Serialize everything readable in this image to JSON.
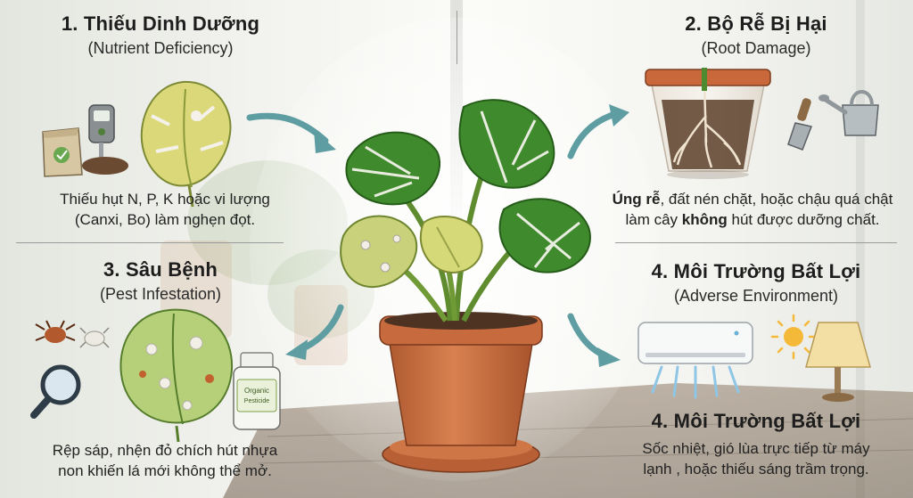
{
  "sections": [
    {
      "title": "1. Thiếu Dinh Dưỡng",
      "subtitle": "(Nutrient Deficiency)",
      "desc_line1": "Thiếu hụt N, P, K hoặc vi lượng",
      "desc_line2": "(Canxi, Bo) làm nghẹn đọt."
    },
    {
      "title": "2. Bộ Rễ Bị Hại",
      "subtitle": "(Root Damage)",
      "desc_line1_a": "Úng rễ",
      "desc_line1_b": ", đất nén chặt, hoặc chậu quá chật",
      "desc_line2_a": "làm cây ",
      "desc_line2_b": "không",
      "desc_line2_c": " hút được dưỡng chất."
    },
    {
      "title": "3. Sâu Bệnh",
      "subtitle": "(Pest Infestation)",
      "desc_line1": "Rệp sáp, nhện đỏ chích hút nhựa",
      "desc_line2": "non khiến lá mới không thể mở."
    },
    {
      "title": "4. Môi Trường Bất Lợi",
      "subtitle": "(Adverse Environment)",
      "title_repeat": "4. Môi Trường Bất Lợi",
      "desc_line1": "Sốc nhiệt, gió lùa trực tiếp từ máy",
      "desc_line2": "lạnh , hoặc thiếu sáng trầm trọng."
    }
  ],
  "pesticide_label_1": "Organic",
  "pesticide_label_2": "Pesticide",
  "colors": {
    "leaf_dark": "#3f8a2c",
    "leaf_yellow": "#d9cf6a",
    "pot": "#c7693d",
    "arrow": "#5e9ea2"
  },
  "icons": [
    "fertilizer-bag-icon",
    "soil-meter-icon",
    "soil-pile-icon",
    "yellow-leaf-icon",
    "root-pot-icon",
    "trowel-icon",
    "watering-can-icon",
    "mealybug-icon",
    "mite-icon",
    "magnifier-icon",
    "infested-leaf-icon",
    "pesticide-bottle-icon",
    "air-conditioner-icon",
    "sun-icon",
    "table-lamp-icon",
    "monstera-plant-icon"
  ]
}
